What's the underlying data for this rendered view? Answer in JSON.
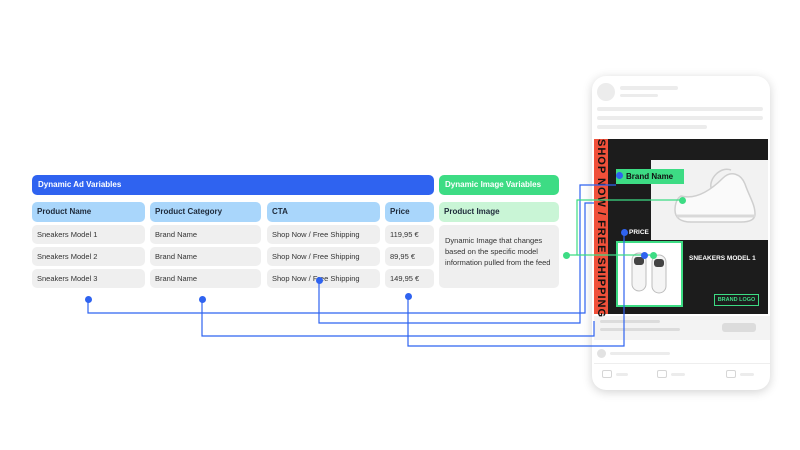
{
  "headers": {
    "dynamic_ad_variables": "Dynamic Ad Variables",
    "dynamic_image_variables": "Dynamic Image Variables"
  },
  "columns": [
    "Product Name",
    "Product Category",
    "CTA",
    "Price"
  ],
  "image_column": "Product Image",
  "rows": [
    [
      "Sneakers Model 1",
      "Brand Name",
      "Shop Now / Free Shipping",
      "119,95 €"
    ],
    [
      "Sneakers Model 2",
      "Brand Name",
      "Shop Now / Free Shipping",
      "89,95 €"
    ],
    [
      "Sneakers Model 3",
      "Brand Name",
      "Shop Now / Free Shipping",
      "149,95 €"
    ]
  ],
  "image_description": "Dynamic Image that changes based on the specific model information pulled from the feed",
  "ad_preview": {
    "banner": "SHOP NOW / FREE SHIPPING",
    "brand_name": "Brand Name",
    "price_label": "PRICE",
    "model_label": "SNEAKERS MODEL 1",
    "brand_logo": "BRAND LOGO"
  },
  "colors": {
    "blue": "#2f63f0",
    "green": "#3ddc84",
    "light_blue": "#a9d6fb",
    "light_green": "#c9f5d6",
    "banner_red": "#f0503a",
    "ad_bg": "#1c1c1c"
  }
}
